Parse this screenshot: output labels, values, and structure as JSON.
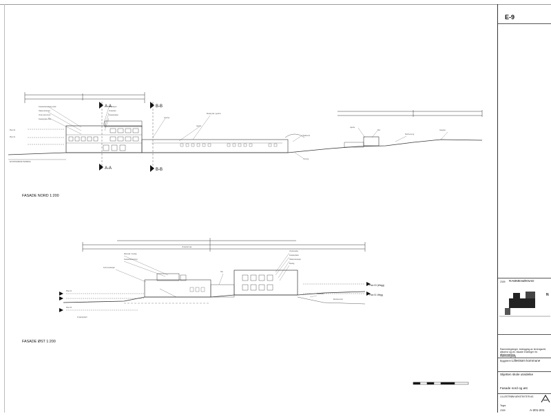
{
  "sheet": {
    "sheet_id": "E-9"
  },
  "views": [
    {
      "title": "FASADE NORD 1:200"
    },
    {
      "title": "FASADE ØST 1:200"
    }
  ],
  "north_section_marks": [
    {
      "label": "A-A"
    },
    {
      "label": "B-B"
    },
    {
      "label": "B-B"
    },
    {
      "label": "A-A"
    }
  ],
  "east_level_labels": [
    {
      "label": "Plan 03 (Wegg)"
    },
    {
      "label": "Plan 01 Wegg"
    }
  ],
  "title_block": {
    "project_no": "2339",
    "project_header": "RAMMESØKNAD",
    "north_marker": "N",
    "client_label": "Byggherre:",
    "client": "Lillestrøm kommune",
    "project_name": "Skjetten skole utvidelse",
    "drawing_title": "Fasade nord og øst",
    "company": "LILLESTRØM ARKITEKTER AS",
    "drawing_no_label": "Tegnr.",
    "project_no_bottom": "2339",
    "drawing_no": "A-201-201",
    "revision_note": "Rammetegninger, Innlegging av terrengsnitt, atkomst og utv. fasade endringer iht. tilbakemelding",
    "revision_label": "Rammetegning"
  }
}
